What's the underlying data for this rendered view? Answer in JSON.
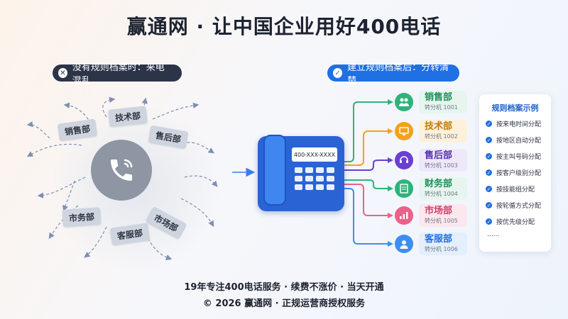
{
  "title": "赢通网 · 让中国企业用好400电话",
  "left_banner": {
    "icon": "x-circle-icon",
    "label": "没有规则档案时：来电混乱"
  },
  "right_banner": {
    "icon": "check-circle-icon",
    "label": "建立规则档案后：分转清楚"
  },
  "chaos_tags": [
    "销售部",
    "技术部",
    "售后部",
    "市务部",
    "客服部",
    "市场部"
  ],
  "phone_display": "400-XXX-XXXX",
  "departments": [
    {
      "name": "销售部",
      "ext": "转分机 1001",
      "color": "#2fb37a",
      "icon": "people-icon"
    },
    {
      "name": "技术部",
      "ext": "转分机 1002",
      "color": "#f2a21b",
      "icon": "monitor-icon"
    },
    {
      "name": "售后部",
      "ext": "转分机 1003",
      "color": "#6a3fd1",
      "icon": "headset-icon"
    },
    {
      "name": "财务部",
      "ext": "转分机 1004",
      "color": "#2fb37a",
      "icon": "document-icon"
    },
    {
      "name": "市场部",
      "ext": "转分机 1005",
      "color": "#ee5f8a",
      "icon": "chart-icon"
    },
    {
      "name": "客服部",
      "ext": "转分机 1006",
      "color": "#3d8ef0",
      "icon": "person-icon"
    }
  ],
  "rules": {
    "title": "规则档案示例",
    "items": [
      "按来电时间分配",
      "按地区自动分配",
      "按主叫号码分配",
      "按客户级别分配",
      "按技能组分配",
      "按轮循方式分配",
      "按优先级分配"
    ],
    "more": "......"
  },
  "footer": {
    "line1": "19年专注400电话服务 · 续费不涨价 · 当天开通",
    "line2": "© 2026 赢通网 · 正规运营商授权服务"
  }
}
